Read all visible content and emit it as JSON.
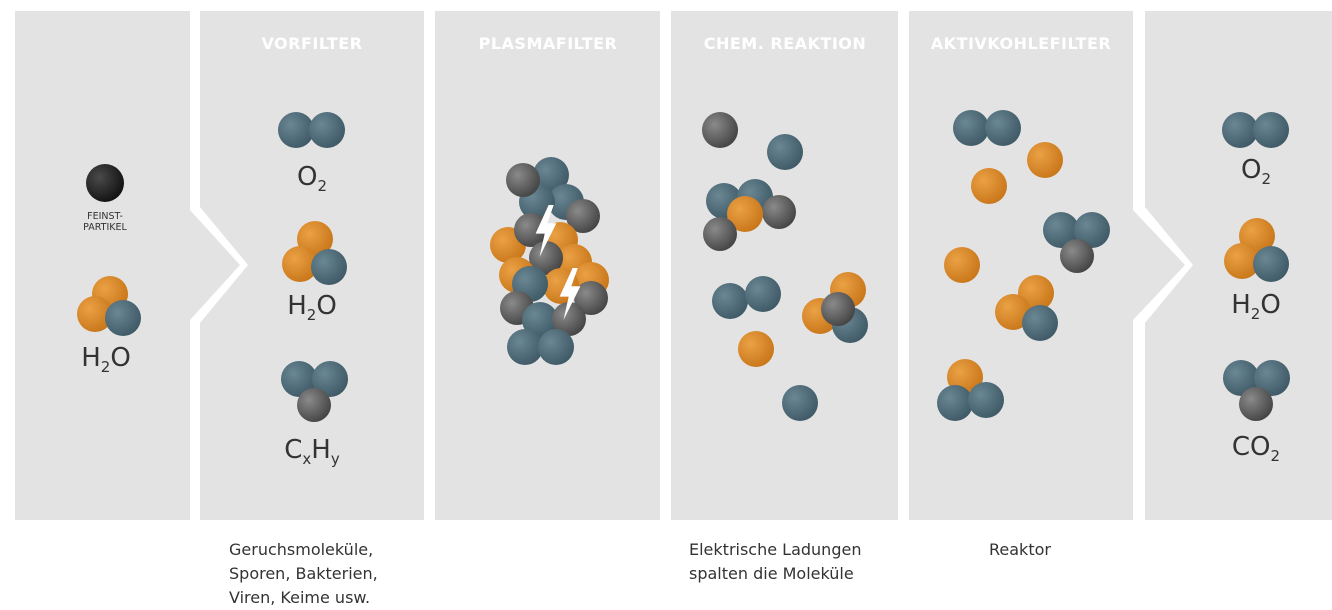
{
  "stages": {
    "vorfilter": "VORFILTER",
    "plasmafilter": "PLASMAFILTER",
    "chem_reaktion": "CHEM. REAKTION",
    "aktivkohlefilter": "AKTIVKOHLEFILTER"
  },
  "input": {
    "particle_label_line1": "FEINST-",
    "particle_label_line2": "PARTIKEL",
    "h2o": {
      "main1": "H",
      "sub": "2",
      "main2": "O"
    }
  },
  "vorfilter_molecules": {
    "o2": {
      "main1": "O",
      "sub": "2"
    },
    "h2o": {
      "main1": "H",
      "sub": "2",
      "main2": "O"
    },
    "cxhy": {
      "main1": "C",
      "sub1": "x",
      "main2": "H",
      "sub2": "y"
    }
  },
  "output": {
    "o2": {
      "main1": "O",
      "sub": "2"
    },
    "h2o": {
      "main1": "H",
      "sub": "2",
      "main2": "O"
    },
    "co2": {
      "main1": "CO",
      "sub": "2"
    }
  },
  "captions": {
    "vorfilter": [
      "Geruchsmoleküle,",
      "Sporen, Bakterien,",
      "Viren, Keime usw."
    ],
    "chem_reaktion": [
      "Elektrische Ladungen",
      "spalten die Moleküle"
    ],
    "aktivkohlefilter": [
      "Reaktor"
    ]
  },
  "colors": {
    "panel": "#e3e3e3",
    "blue": "#4f6b78",
    "orange": "#d98a2b",
    "gray": "#555555",
    "black": "#222222",
    "stage_title": "#ffffff",
    "text": "#333333"
  }
}
